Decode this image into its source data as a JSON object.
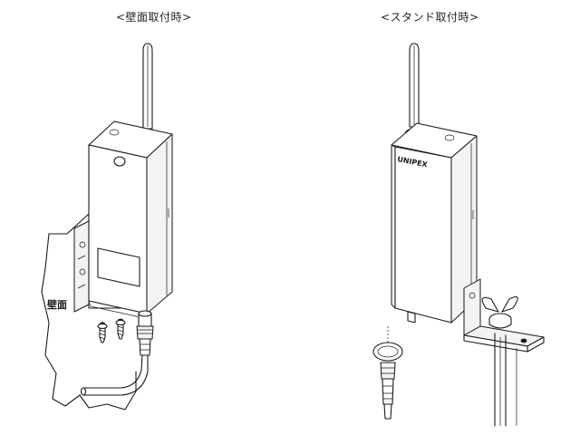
{
  "captions": {
    "wall_mount": "<壁面取付時>",
    "stand_mount": "<スタンド取付時>"
  },
  "labels": {
    "wall": "壁面",
    "brand": "UNIPEX"
  }
}
